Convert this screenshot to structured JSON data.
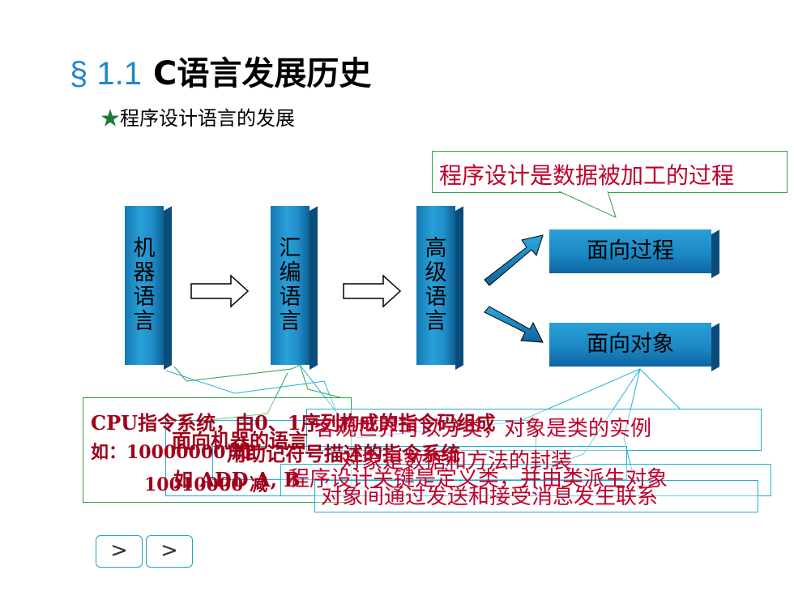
{
  "title": {
    "number": "§ 1.1",
    "text": "C语言发展历史"
  },
  "subtitle": {
    "star": "★",
    "text": "程序设计语言的发展"
  },
  "callout_top": "程序设计是数据被加工的过程",
  "pillars": [
    {
      "label": "机器语言"
    },
    {
      "label": "汇编语言"
    },
    {
      "label": "高级语言"
    }
  ],
  "boxes": {
    "procedural": "面向过程",
    "object": "面向对象"
  },
  "overlay": {
    "line1": "CPU指令系统，由0、1序列构成的指令码组成",
    "line2": "如：10000000  加",
    "line3": "10010000  减",
    "asm1": "面向机器的语言",
    "asm2": "用助记符号描述的指令系统",
    "asm3": "如 ADD A, B",
    "oo1": "客观世界可以分类，对象是类的实例",
    "oo2": "对象是数据和方法的封装",
    "oo3": "程序设计关键是定义类，并由类派生对象",
    "oo4": "对象间通过发送和接受消息发生联系"
  },
  "nav": {
    "prev": ">",
    "next": ">"
  },
  "colors": {
    "pillar": "#1f8fca",
    "callout_text": "#c0002a",
    "title_num": "#1e88c8"
  }
}
